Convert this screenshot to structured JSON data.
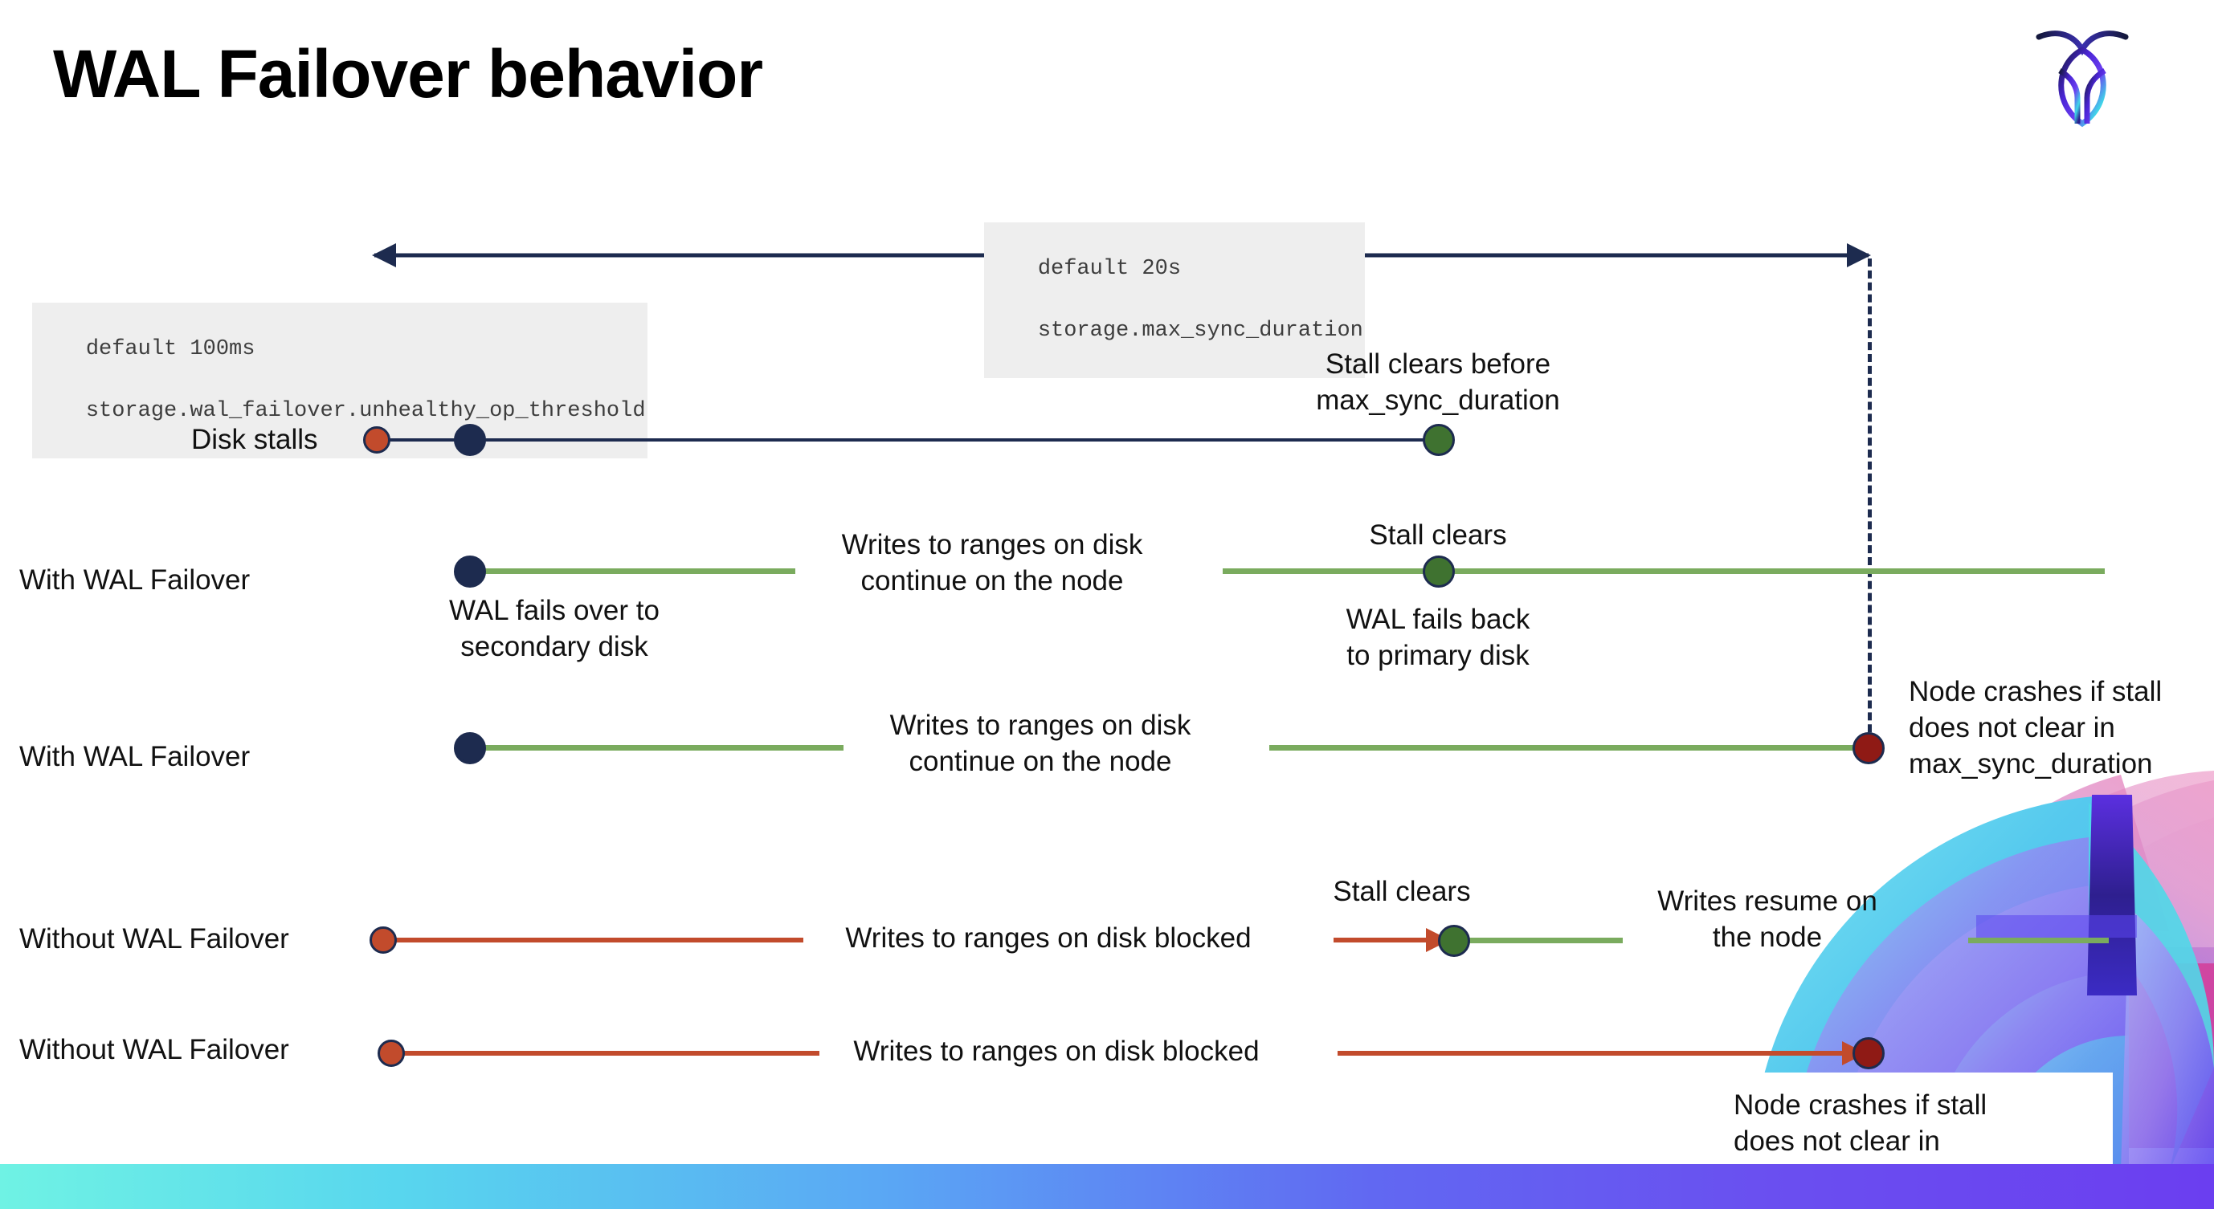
{
  "slide": {
    "title": "WAL Failover behavior",
    "logo_icon": "cockroach-logo-icon",
    "accent_colors": {
      "navy": "#1d2b4f",
      "orange": "#c24b2c",
      "green_line": "#7aab5e",
      "green_dot": "#3f7230",
      "dark_red": "#8f1a15",
      "chip_bg": "#eeeeee",
      "bar_gradient_start": "#6ff2e4",
      "bar_gradient_end": "#6b3ef0"
    }
  },
  "settings": {
    "max_sync": {
      "default": "default 20s",
      "name": "storage.max_sync_duration"
    },
    "unhealthy_op": {
      "default": "default 100ms",
      "name": "storage.wal_failover.unhealthy_op_threshold"
    }
  },
  "rows": {
    "disk_stalls": {
      "label": "Disk stalls",
      "stall_clears_note": "Stall clears before\nmax_sync_duration"
    },
    "with_failover_clears": {
      "label": "With WAL Failover",
      "failover_note": "WAL fails over to\nsecondary disk",
      "writes_note": "Writes to ranges on disk\ncontinue on the node",
      "stall_clears": "Stall clears",
      "fail_back_note": "WAL fails  back\nto primary disk"
    },
    "with_failover_crash": {
      "label": "With WAL Failover",
      "writes_note": "Writes to ranges on disk\ncontinue on the node",
      "crash_note": "Node crashes if stall\ndoes not clear in\nmax_sync_duration"
    },
    "without_failover_clears": {
      "label": "Without WAL Failover",
      "blocked_note": "Writes to ranges on disk  blocked",
      "stall_clears": "Stall clears",
      "resume_note": "Writes resume on\nthe node"
    },
    "without_failover_crash": {
      "label": "Without WAL Failover",
      "blocked_note": "Writes to ranges on disk  blocked",
      "crash_note": "Node crashes if stall\ndoes not clear in\nmax_sync_duration"
    }
  }
}
